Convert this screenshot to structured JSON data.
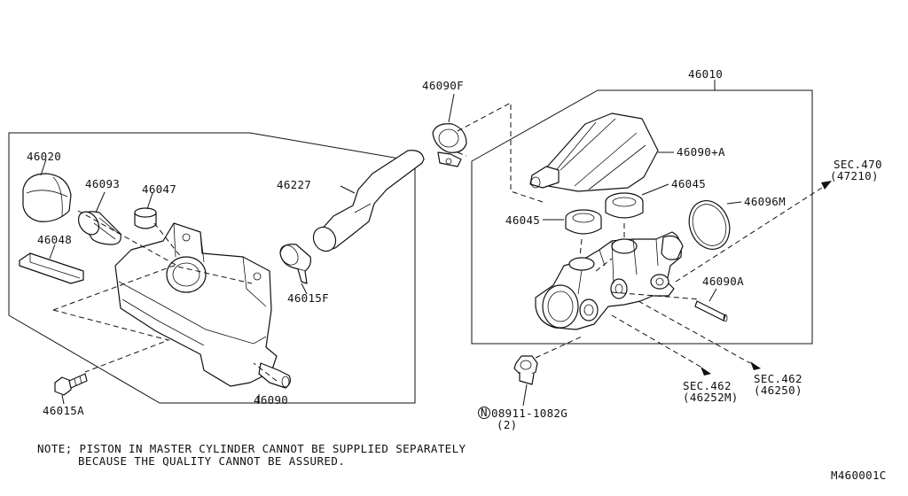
{
  "labels": {
    "p46020": "46020",
    "p46093": "46093",
    "p46047": "46047",
    "p46048": "46048",
    "p46227": "46227",
    "p46015F": "46015F",
    "p46015A": "46015A",
    "p46090": "46090",
    "p46090F": "46090F",
    "p46010": "46010",
    "p46090plusA": "46090+A",
    "p46045a": "46045",
    "p46045b": "46045",
    "p46096M": "46096M",
    "p46090A": "46090A",
    "sec470": "SEC.470",
    "sec470ref": "(47210)",
    "sec462a": "SEC.462",
    "sec462aref": "(46252M)",
    "sec462b": "SEC.462",
    "sec462bref": "(46250)",
    "nut_symbol": "N",
    "nut_part": "08911-1082G",
    "nut_qty": "(2)",
    "diagram_code": "M460001C"
  },
  "note": {
    "line1": "NOTE; PISTON IN MASTER CYLINDER CANNOT BE SUPPLIED SEPARATELY",
    "line2": "BECAUSE THE QUALITY CANNOT BE ASSURED."
  }
}
